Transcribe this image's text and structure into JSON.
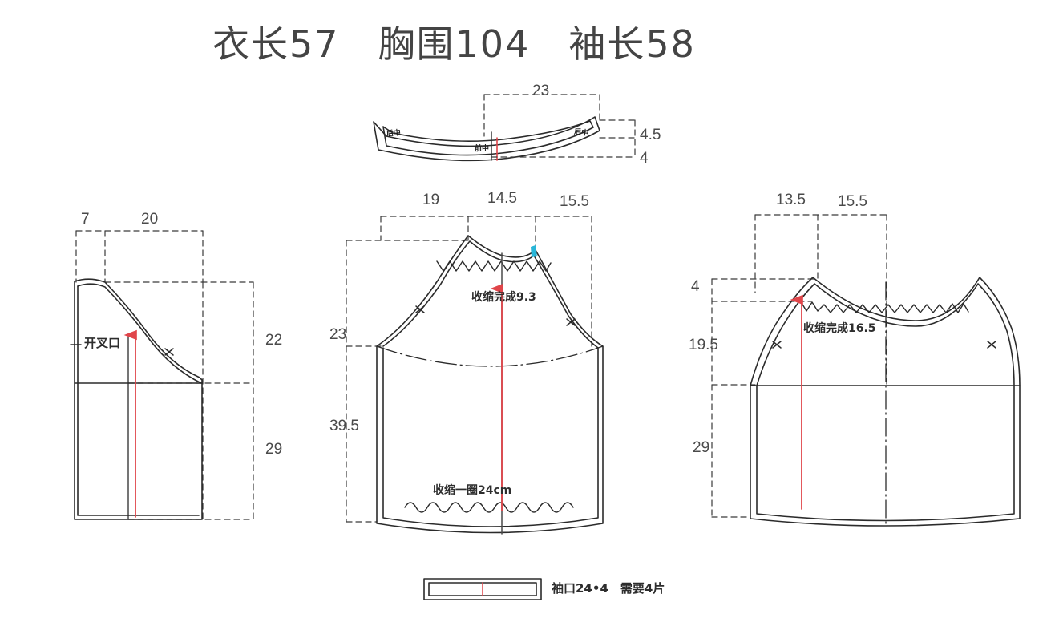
{
  "document": {
    "title": "衣长57　胸围104　袖长58",
    "type": "sewing-pattern-draft",
    "background_color": "#ffffff",
    "outline_color": "#2b2b2b",
    "construction_color": "#3a3a3a",
    "grainline_color": "#e0454a",
    "marker_color": "#29b6d8"
  },
  "header": {
    "measurements_line": "衣长57　胸围104　袖长58",
    "parts": [
      {
        "label": "衣长",
        "value": "57"
      },
      {
        "label": "胸围",
        "value": "104"
      },
      {
        "label": "袖长",
        "value": "58"
      }
    ]
  },
  "collar_piece": {
    "name": "collar-band",
    "labels": {
      "left_end": "后中",
      "center": "前中",
      "right_end": "后中"
    },
    "dimensions": {
      "width": "23",
      "height_outer": "4.5",
      "height_inner": "4"
    }
  },
  "sleeve_piece": {
    "name": "sleeve",
    "labels": {
      "slit": "开叉口"
    },
    "dimensions": {
      "cap_left": "7",
      "cap_right": "20",
      "upper_height": "22",
      "lower_height": "29"
    }
  },
  "front_piece": {
    "name": "front-bodice",
    "labels": {
      "neck_gather": "收缩完成9.3",
      "hem_gather": "收缩一圈24cm"
    },
    "dimensions": {
      "shoulder_left": "19",
      "neck_width": "14.5",
      "shoulder_right": "15.5",
      "armhole_depth": "23",
      "body_length": "39.5"
    }
  },
  "back_piece": {
    "name": "back-bodice",
    "labels": {
      "neck_gather": "收缩完成16.5"
    },
    "dimensions": {
      "shoulder_left": "13.5",
      "shoulder_right": "15.5",
      "neck_drop": "4",
      "armhole_depth": "19.5",
      "body_length": "29"
    }
  },
  "cuff_piece": {
    "name": "cuff",
    "note": "袖口24•4　需要4片",
    "size": "24•4",
    "quantity_note": "需要4片"
  }
}
